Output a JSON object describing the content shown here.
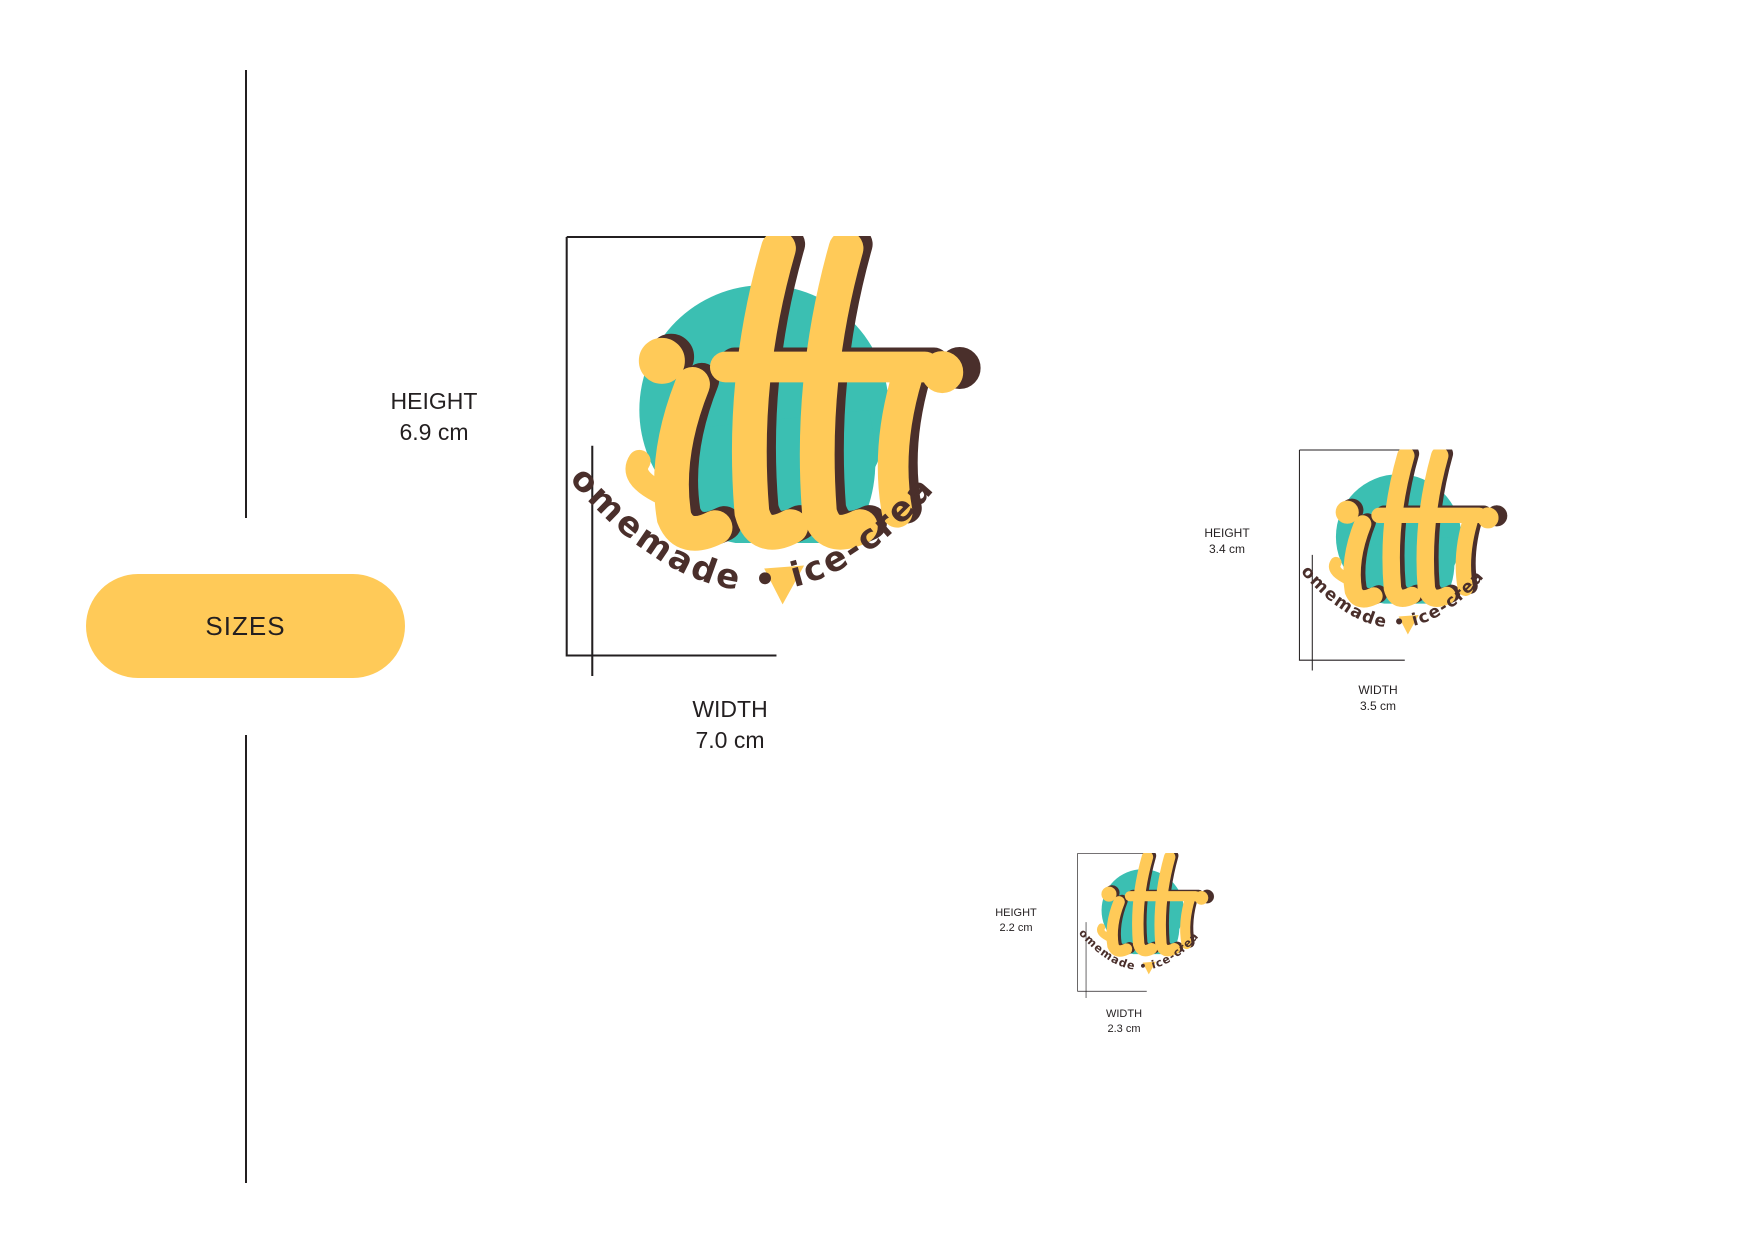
{
  "section_label": "SIZES",
  "colors": {
    "yellow": "#ffca58",
    "teal": "#3bbfb2",
    "brown": "#4a2f2b",
    "line": "#231f20"
  },
  "logo": {
    "wordmark": "itti",
    "tagline_left": "homemade",
    "tagline_right": "ice-cream",
    "separator": "•"
  },
  "sizes": [
    {
      "height_label": "HEIGHT",
      "height_value": "6.9 cm",
      "width_label": "WIDTH",
      "width_value": "7.0 cm"
    },
    {
      "height_label": "HEIGHT",
      "height_value": "3.4 cm",
      "width_label": "WIDTH",
      "width_value": "3.5 cm"
    },
    {
      "height_label": "HEIGHT",
      "height_value": "2.2 cm",
      "width_label": "WIDTH",
      "width_value": "2.3 cm"
    }
  ]
}
